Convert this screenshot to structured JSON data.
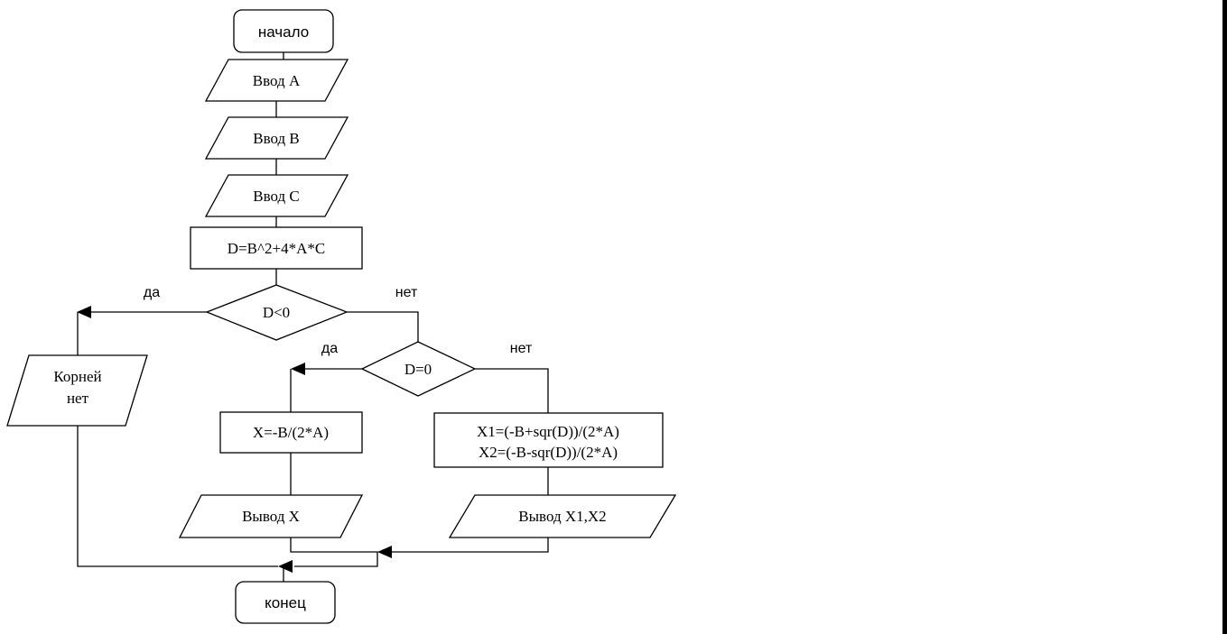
{
  "diagram": {
    "nodes": {
      "start": "начало",
      "input_a": "Ввод A",
      "input_b": "Ввод B",
      "input_c": "Ввод C",
      "compute_d": "D=B^2+4*A*C",
      "cond_d_neg": "D<0",
      "no_roots_line1": "Корней",
      "no_roots_line2": "нет",
      "cond_d_zero": "D=0",
      "single_root": "X=-B/(2*A)",
      "two_roots_line1": "X1=(-B+sqr(D))/(2*A)",
      "two_roots_line2": "X2=(-B-sqr(D))/(2*A)",
      "output_x": "Вывод X",
      "output_x1x2": "Вывод X1,X2",
      "end": "конец"
    },
    "edge_labels": {
      "d_neg_yes": "да",
      "d_neg_no": "нет",
      "d_zero_yes": "да",
      "d_zero_no": "нет"
    }
  }
}
